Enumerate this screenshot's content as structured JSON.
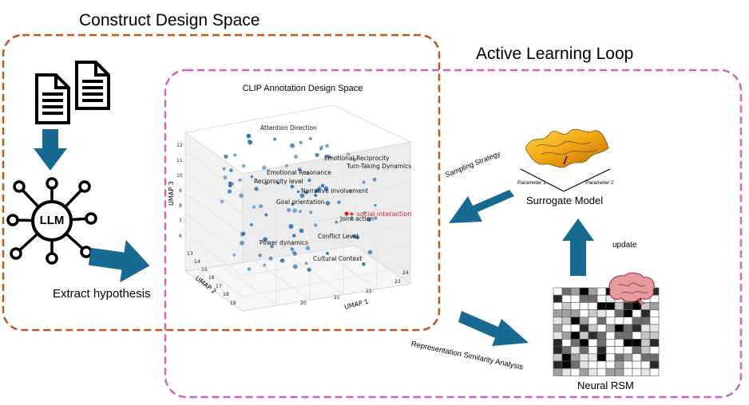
{
  "construct": {
    "title": "Construct Design Space"
  },
  "active": {
    "title": "Active Learning Loop"
  },
  "llm": {
    "label": "LLM"
  },
  "extract": {
    "label": "Extract hypothesis"
  },
  "plot": {
    "title": "CLIP Annotation Design Space",
    "x_axis_label": "UMAP 1",
    "y_axis_label": "UMAP 2",
    "z_axis_label": "UMAP 3",
    "z_ticks": [
      "12",
      "11",
      "10",
      "9",
      "8",
      "7",
      "6"
    ],
    "y_ticks": [
      "13",
      "14",
      "15",
      "16",
      "17",
      "18",
      "19"
    ],
    "x_ticks": [
      "20",
      "21",
      "22",
      "23",
      "24"
    ],
    "highlight": "★ social interaction",
    "highlight_color": "#e02020",
    "point_color": "#2e78b7",
    "annotations": [
      "Attention Direction",
      "Emotional Reciprocity",
      "Turn-Taking Dynamics",
      "Emotional Resonance",
      "Reciprocity level",
      "Narrative involvement",
      "Goal orientation",
      "Joint action",
      "Conflict Level",
      "Power dynamics",
      "Cultural Context"
    ]
  },
  "sampling": {
    "label": "Sampling Strategy"
  },
  "surrogate": {
    "title": "Surrogate Model",
    "param1": "Parameter 1",
    "param2": "Parameter 2"
  },
  "update": {
    "label": "update"
  },
  "rsa": {
    "label": "Representation Similarity Analysis"
  },
  "rsm": {
    "title": "Neural RSM"
  },
  "colors": {
    "construct_border": "#c0561a",
    "active_border": "#d05fc8",
    "arrow": "#176b93"
  }
}
